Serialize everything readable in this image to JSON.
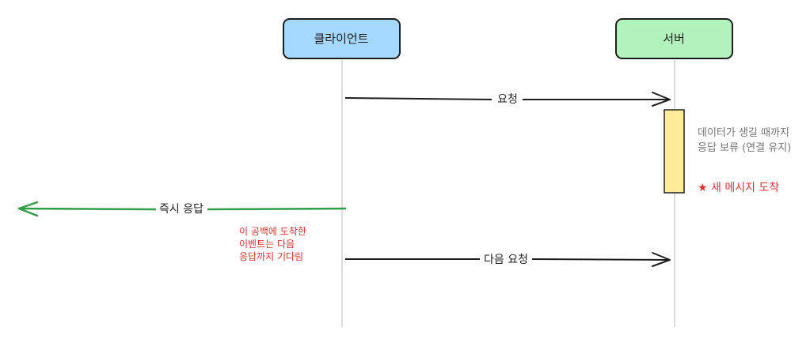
{
  "participants": {
    "client": "클라이언트",
    "server": "서버"
  },
  "messages": {
    "request": "요청",
    "immediate_response": "즉시 응답",
    "next_request": "다음 요청"
  },
  "notes": {
    "hold_line1": "데이터가 생길 때까지",
    "hold_line2": "응답 보류 (연결 유지)",
    "arrival": "★ 새 메시지 도착",
    "gap_line1": "이 공백에 도착한",
    "gap_line2": "이벤트는 다음",
    "gap_line3": "응답까지 기다림"
  },
  "colors": {
    "client_fill": "#a5d8ff",
    "server_fill": "#b2f2bb",
    "activation_fill": "#ffec99",
    "response_arrow": "#2f9e44",
    "accent_red": "#e03131"
  }
}
